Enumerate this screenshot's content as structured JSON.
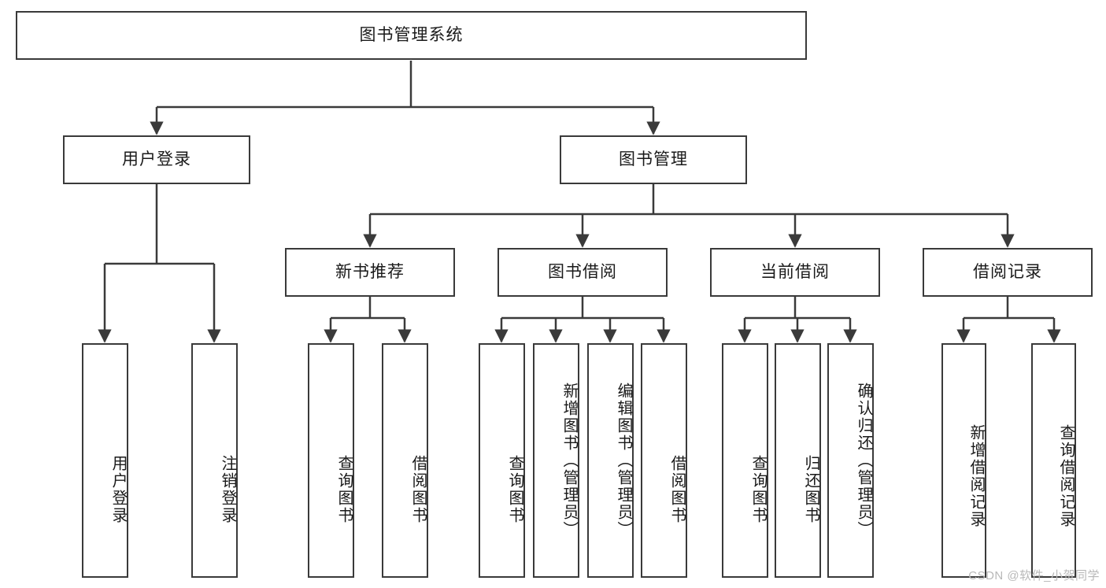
{
  "diagram": {
    "type": "tree-hierarchy",
    "title": "图书管理系统",
    "watermark": "CSDN @软件_小贺同学",
    "colors": {
      "stroke": "#3a3a3a",
      "fill": "#ffffff",
      "text": "#1a1a1a",
      "watermark": "#b8b8b8"
    },
    "nodes": {
      "root": {
        "label": "图书管理系统",
        "level": 0,
        "orientation": "horizontal"
      },
      "user_login": {
        "label": "用户登录",
        "level": 1,
        "orientation": "horizontal"
      },
      "book_manage": {
        "label": "图书管理",
        "level": 1,
        "orientation": "horizontal"
      },
      "new_book_rec": {
        "label": "新书推荐",
        "level": 2,
        "orientation": "horizontal"
      },
      "book_borrow": {
        "label": "图书借阅",
        "level": 2,
        "orientation": "horizontal"
      },
      "current_borrow": {
        "label": "当前借阅",
        "level": 2,
        "orientation": "horizontal"
      },
      "borrow_record": {
        "label": "借阅记录",
        "level": 2,
        "orientation": "horizontal"
      },
      "leaf_user_login": {
        "label": "用户登录",
        "level": 2,
        "orientation": "vertical"
      },
      "leaf_logout": {
        "label": "注销登录",
        "level": 2,
        "orientation": "vertical"
      },
      "leaf_query_book_1": {
        "label": "查询图书",
        "level": 3,
        "orientation": "vertical"
      },
      "leaf_borrow_book_1": {
        "label": "借阅图书",
        "level": 3,
        "orientation": "vertical"
      },
      "leaf_query_book_2": {
        "label": "查询图书",
        "level": 3,
        "orientation": "vertical"
      },
      "leaf_add_book": {
        "label": "新增图书（管理员）",
        "level": 3,
        "orientation": "vertical"
      },
      "leaf_edit_book": {
        "label": "编辑图书（管理员）",
        "level": 3,
        "orientation": "vertical"
      },
      "leaf_borrow_book_2": {
        "label": "借阅图书",
        "level": 3,
        "orientation": "vertical"
      },
      "leaf_query_book_3": {
        "label": "查询图书",
        "level": 3,
        "orientation": "vertical"
      },
      "leaf_return_book": {
        "label": "归还图书",
        "level": 3,
        "orientation": "vertical"
      },
      "leaf_confirm_return": {
        "label": "确认归还（管理员）",
        "level": 3,
        "orientation": "vertical"
      },
      "leaf_add_record": {
        "label": "新增借阅记录",
        "level": 3,
        "orientation": "vertical"
      },
      "leaf_query_record": {
        "label": "查询借阅记录",
        "level": 3,
        "orientation": "vertical"
      }
    },
    "edges": [
      {
        "from": "root",
        "to": "user_login"
      },
      {
        "from": "root",
        "to": "book_manage"
      },
      {
        "from": "user_login",
        "to": "leaf_user_login"
      },
      {
        "from": "user_login",
        "to": "leaf_logout"
      },
      {
        "from": "book_manage",
        "to": "new_book_rec"
      },
      {
        "from": "book_manage",
        "to": "book_borrow"
      },
      {
        "from": "book_manage",
        "to": "current_borrow"
      },
      {
        "from": "book_manage",
        "to": "borrow_record"
      },
      {
        "from": "new_book_rec",
        "to": "leaf_query_book_1"
      },
      {
        "from": "new_book_rec",
        "to": "leaf_borrow_book_1"
      },
      {
        "from": "book_borrow",
        "to": "leaf_query_book_2"
      },
      {
        "from": "book_borrow",
        "to": "leaf_add_book"
      },
      {
        "from": "book_borrow",
        "to": "leaf_edit_book"
      },
      {
        "from": "book_borrow",
        "to": "leaf_borrow_book_2"
      },
      {
        "from": "current_borrow",
        "to": "leaf_query_book_3"
      },
      {
        "from": "current_borrow",
        "to": "leaf_return_book"
      },
      {
        "from": "current_borrow",
        "to": "leaf_confirm_return"
      },
      {
        "from": "borrow_record",
        "to": "leaf_add_record"
      },
      {
        "from": "borrow_record",
        "to": "leaf_query_record"
      }
    ]
  }
}
